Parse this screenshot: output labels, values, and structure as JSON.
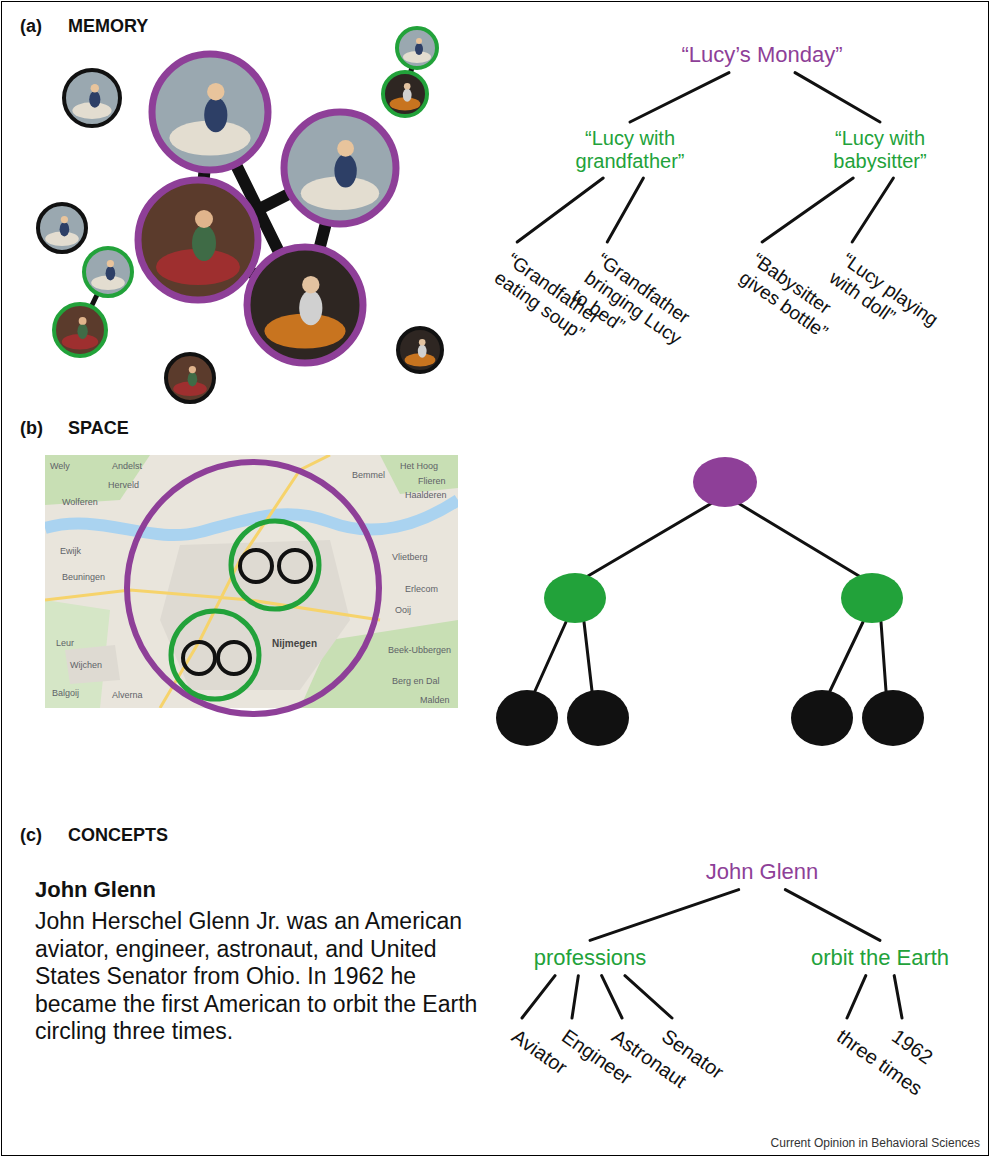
{
  "diagram": {
    "nodes": [
      {
        "text": [
          "“Lucy’s Monday”"
        ]
      },
      {
        "text": [
          "“Lucy with grandfather”"
        ]
      },
      {
        "text": [
          "“Lucy with babysitter”"
        ]
      },
      {
        "text": [
          "“Grandfather eating soup”"
        ]
      },
      {
        "text": [
          "“Grandfather bringing Lucy to bed”"
        ]
      },
      {
        "text": [
          "“Babysitter gives bottle”"
        ]
      },
      {
        "text": [
          "“Lucy playing with doll”"
        ]
      },
      {
        "text": [
          "John Glenn"
        ]
      },
      {
        "text": [
          "professions"
        ]
      },
      {
        "text": [
          "orbit the Earth"
        ]
      },
      {
        "text": [
          "Aviator"
        ]
      },
      {
        "text": [
          "Engineer"
        ]
      },
      {
        "text": [
          "Astronaut"
        ]
      },
      {
        "text": [
          "Senator"
        ]
      },
      {
        "text": [
          "three times"
        ]
      },
      {
        "text": [
          "1962"
        ]
      }
    ],
    "edges": [
      {
        "from": 0,
        "to": 1,
        "arrow": "none"
      },
      {
        "from": 0,
        "to": 2,
        "arrow": "none"
      },
      {
        "from": 1,
        "to": 3,
        "arrow": "none"
      },
      {
        "from": 1,
        "to": 4,
        "arrow": "none"
      },
      {
        "from": 2,
        "to": 5,
        "arrow": "none"
      },
      {
        "from": 2,
        "to": 6,
        "arrow": "none"
      },
      {
        "from": 7,
        "to": 8,
        "arrow": "none"
      },
      {
        "from": 7,
        "to": 9,
        "arrow": "none"
      },
      {
        "from": 8,
        "to": 10,
        "arrow": "none"
      },
      {
        "from": 8,
        "to": 11,
        "arrow": "none"
      },
      {
        "from": 8,
        "to": 12,
        "arrow": "none"
      },
      {
        "from": 8,
        "to": 13,
        "arrow": "none"
      },
      {
        "from": 9,
        "to": 14,
        "arrow": "none"
      },
      {
        "from": 9,
        "to": 15,
        "arrow": "none"
      }
    ],
    "labels": [
      "(a)",
      "MEMORY",
      "(b)",
      "SPACE",
      "(c)",
      "CONCEPTS",
      "John Glenn",
      "John Herschel Glenn Jr. was an American aviator, engineer, astronaut, and United States Senator from Ohio. In 1962 he became the first American to orbit the Earth circling three times.",
      "Current Opinion in Behavioral Sciences",
      "Wely",
      "Andelst",
      "Herveld",
      "Het Hoog",
      "Flieren",
      "Bemmel",
      "Haalderen",
      "Wolferen",
      "Ewijk",
      "Beuningen",
      "Vlietberg",
      "Erlecom",
      "Ooij",
      "Beek-Ubbergen",
      "Berg en Dal",
      "Malden",
      "Leur",
      "Wijchen",
      "Balgoij",
      "Alverna",
      "Nijmegen"
    ]
  }
}
